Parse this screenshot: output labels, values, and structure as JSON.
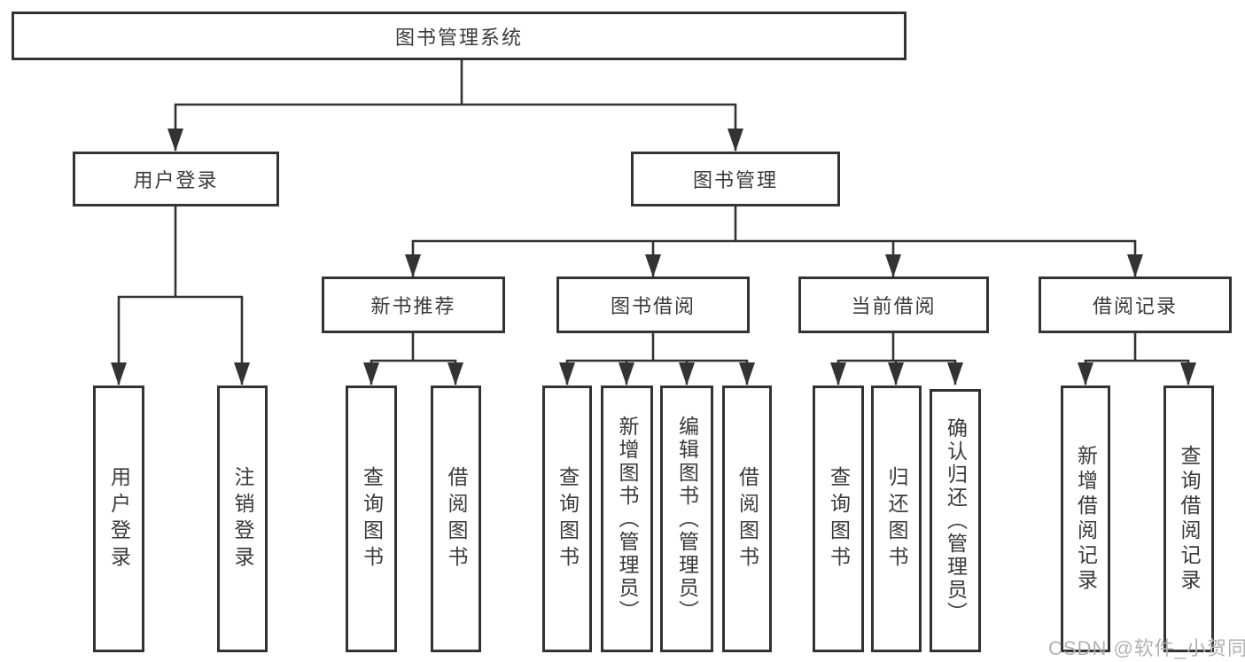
{
  "nodes": {
    "root": "图书管理系统",
    "user_login": "用户登录",
    "book_mgmt": "图书管理",
    "new_book_rec": "新书推荐",
    "book_borrow": "图书借阅",
    "current_borrow": "当前借阅",
    "borrow_record": "借阅记录",
    "ul_user_login": "用户登录",
    "ul_logout": "注销登录",
    "nb_query_book": "查询图书",
    "nb_borrow_book": "借阅图书",
    "bb_query_book": "查询图书",
    "bb_add_book": "新增图书（管理员）",
    "bb_edit_book": "编辑图书（管理员）",
    "bb_borrow_book": "借阅图书",
    "cb_query_book": "查询图书",
    "cb_return_book": "归还图书",
    "cb_confirm_return": "确认归还（管理员）",
    "br_add_record": "新增借阅记录",
    "br_query_record": "查询借阅记录"
  },
  "edges": [
    {
      "from": "图书管理系统",
      "to": [
        "用户登录",
        "图书管理"
      ]
    },
    {
      "from": "用户登录",
      "to": [
        "用户登录",
        "注销登录"
      ]
    },
    {
      "from": "图书管理",
      "to": [
        "新书推荐",
        "图书借阅",
        "当前借阅",
        "借阅记录"
      ]
    },
    {
      "from": "新书推荐",
      "to": [
        "查询图书",
        "借阅图书"
      ]
    },
    {
      "from": "图书借阅",
      "to": [
        "查询图书",
        "新增图书（管理员）",
        "编辑图书（管理员）",
        "借阅图书"
      ]
    },
    {
      "from": "当前借阅",
      "to": [
        "查询图书",
        "归还图书",
        "确认归还（管理员）"
      ]
    },
    {
      "from": "借阅记录",
      "to": [
        "新增借阅记录",
        "查询借阅记录"
      ]
    }
  ],
  "watermark": "CSDN @软件_小贺同学",
  "colors": {
    "line": "#333333",
    "box_border": "#333333",
    "text": "#3a3a3a",
    "watermark": "#b2b2b2",
    "background": "#ffffff"
  }
}
